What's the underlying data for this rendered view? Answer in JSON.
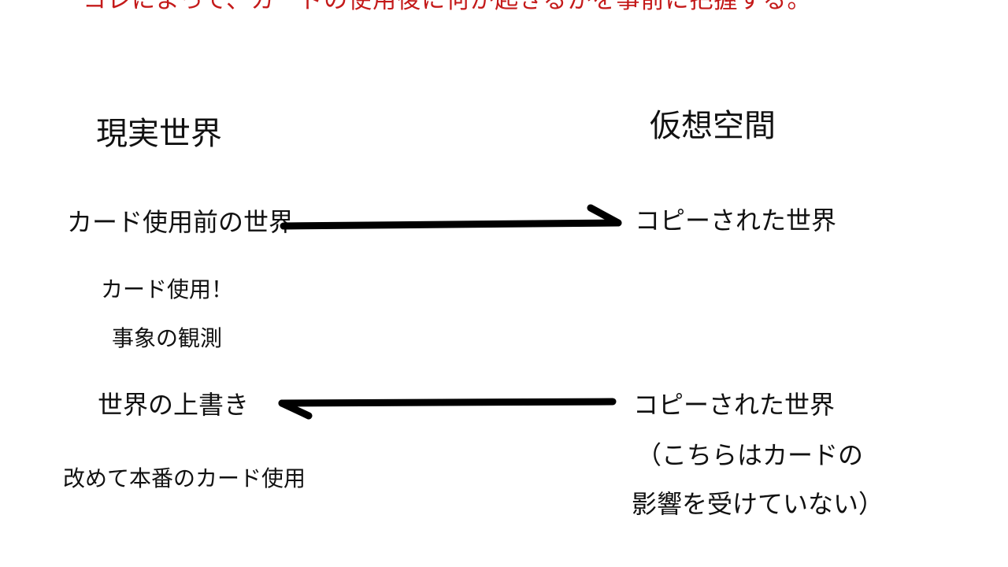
{
  "caption": "コレによって、カードの使用後に何が起きるかを事前に把握する。",
  "left": {
    "heading": "現実世界",
    "before": "カード使用前の世界",
    "use": "カード使用！",
    "observe": "事象の観測",
    "overwrite": "世界の上書き",
    "real_use": "改めて本番のカード使用"
  },
  "right": {
    "heading": "仮想空間",
    "copy1": "コピーされた世界",
    "copy2": "コピーされた世界",
    "note1": "（こちらはカードの",
    "note2": "影響を受けていない）"
  },
  "colors": {
    "caption": "#c41a1a",
    "arrow": "#000000"
  }
}
